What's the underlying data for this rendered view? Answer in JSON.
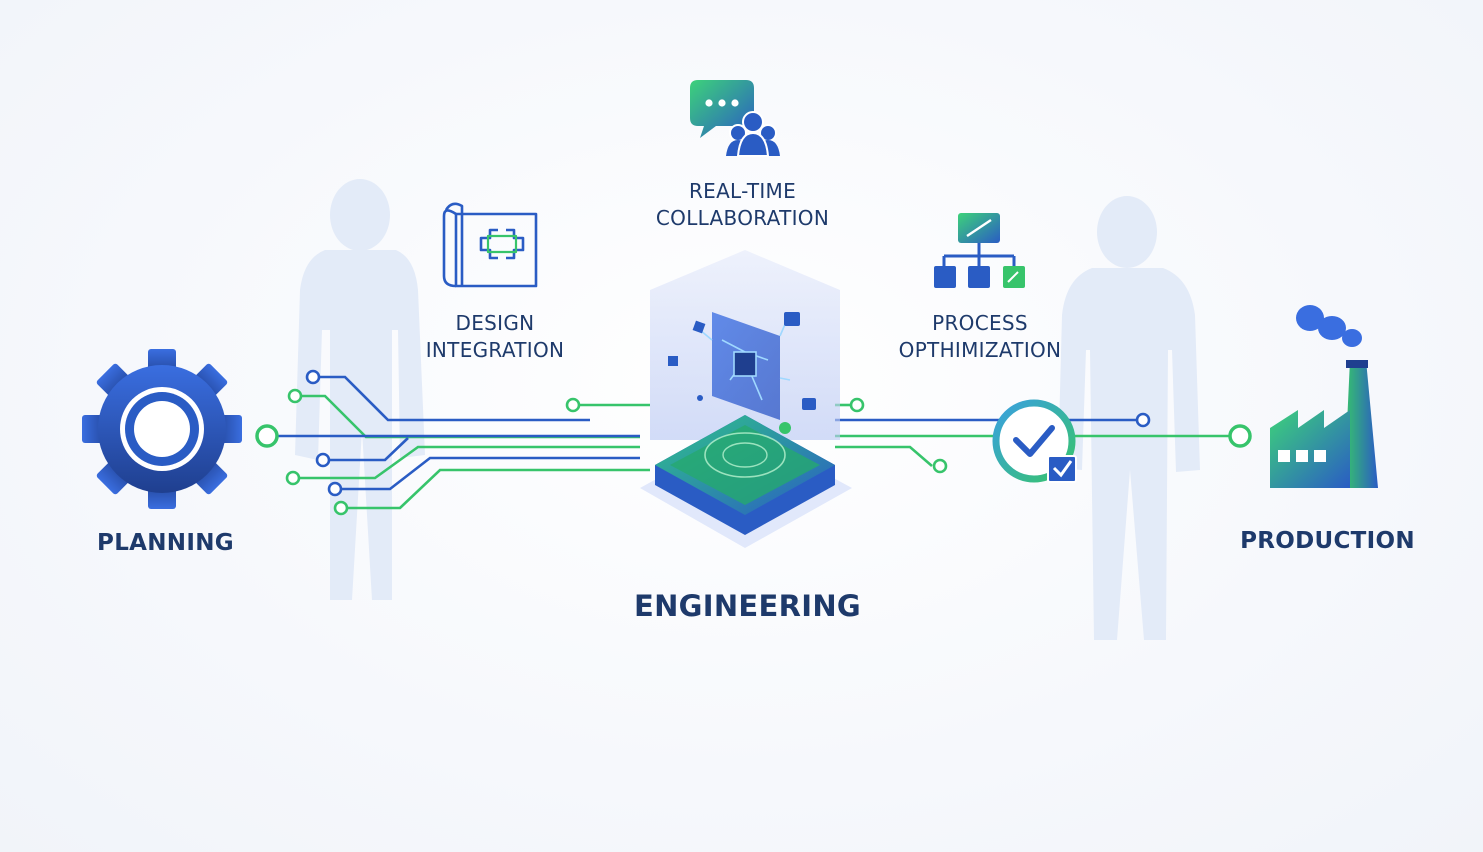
{
  "colors": {
    "primary_blue": "#2a5cc4",
    "dark_blue": "#1f3f8f",
    "accent_green": "#37c46b",
    "text_navy": "#1e3a6b",
    "silhouette": "#e4ecf8"
  },
  "stages": {
    "planning": {
      "label": "PLANNING",
      "icon": "gear-icon"
    },
    "design": {
      "line1": "DESIGN",
      "line2": "INTEGRATION",
      "icon": "blueprint-icon"
    },
    "collaboration": {
      "line1": "REAL-TIME",
      "line2": "COLLABORATION",
      "icon": "chat-team-icon"
    },
    "engineering": {
      "label": "ENGINEERING",
      "icon": "circuit-chip-icon"
    },
    "process": {
      "line1": "PROCESS",
      "line2": "OPTHIMIZATION",
      "icon": "hierarchy-icon"
    },
    "production": {
      "label": "PRODUCTION",
      "icon": "factory-icon"
    }
  },
  "checkpoint": {
    "icon": "clock-check-icon"
  }
}
